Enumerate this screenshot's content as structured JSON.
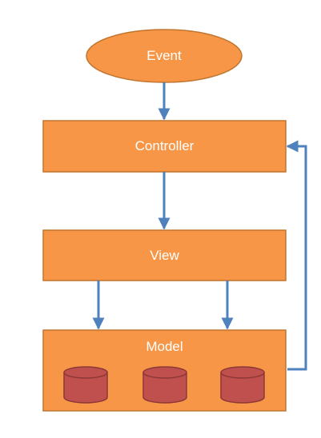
{
  "diagram": {
    "nodes": {
      "event": "Event",
      "controller": "Controller",
      "view": "View",
      "model": "Model"
    },
    "colors": {
      "fill": "#f79646",
      "stroke": "#c0752f",
      "arrow": "#4f81bd",
      "cylinder_fill": "#c0504d",
      "cylinder_stroke": "#8c3836",
      "label": "#ffffff"
    },
    "database_icons": [
      "database-icon",
      "database-icon",
      "database-icon"
    ]
  }
}
